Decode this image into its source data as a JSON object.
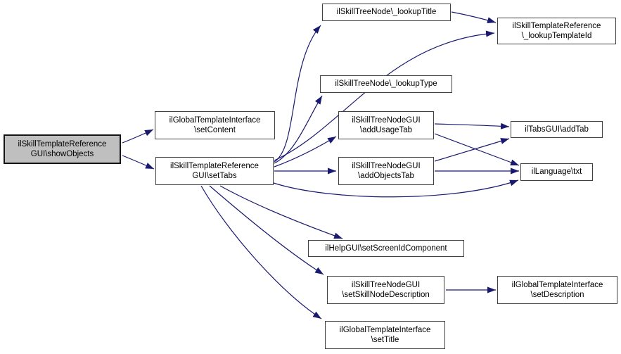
{
  "diagram": {
    "kind": "doxygen-call-graph",
    "background_color": "#ffffff",
    "edge_color": "#191970",
    "node_fill": "#ffffff",
    "node_border_color": "#404040",
    "highlighted_node_fill": "#bfbfbf",
    "text_color": "#000000"
  },
  "nodes": [
    {
      "id": "showObjects",
      "lines": [
        "ilSkillTemplateReference",
        "GUI\\showObjects"
      ],
      "highlighted": true
    },
    {
      "id": "setContent",
      "lines": [
        "ilGlobalTemplateInterface",
        "\\setContent"
      ]
    },
    {
      "id": "setTabs",
      "lines": [
        "ilSkillTemplateReference",
        "GUI\\setTabs"
      ]
    },
    {
      "id": "lookupTitle",
      "lines": [
        "ilSkillTreeNode\\_lookupTitle"
      ]
    },
    {
      "id": "lookupTemplateId",
      "lines": [
        "ilSkillTemplateReference",
        "\\_lookupTemplateId"
      ]
    },
    {
      "id": "lookupType",
      "lines": [
        "ilSkillTreeNode\\_lookupType"
      ]
    },
    {
      "id": "addUsageTab",
      "lines": [
        "ilSkillTreeNodeGUI",
        "\\addUsageTab"
      ]
    },
    {
      "id": "addTab",
      "lines": [
        "ilTabsGUI\\addTab"
      ]
    },
    {
      "id": "addObjectsTab",
      "lines": [
        "ilSkillTreeNodeGUI",
        "\\addObjectsTab"
      ]
    },
    {
      "id": "txt",
      "lines": [
        "ilLanguage\\txt"
      ]
    },
    {
      "id": "setScreenIdComponent",
      "lines": [
        "ilHelpGUI\\setScreenIdComponent"
      ]
    },
    {
      "id": "setSkillNodeDescription",
      "lines": [
        "ilSkillTreeNodeGUI",
        "\\setSkillNodeDescription"
      ]
    },
    {
      "id": "setDescription",
      "lines": [
        "ilGlobalTemplateInterface",
        "\\setDescription"
      ]
    },
    {
      "id": "setTitle",
      "lines": [
        "ilGlobalTemplateInterface",
        "\\setTitle"
      ]
    }
  ],
  "edges": [
    {
      "from": "showObjects",
      "to": "setContent"
    },
    {
      "from": "showObjects",
      "to": "setTabs"
    },
    {
      "from": "setTabs",
      "to": "lookupTitle"
    },
    {
      "from": "setTabs",
      "to": "lookupTemplateId"
    },
    {
      "from": "setTabs",
      "to": "lookupType"
    },
    {
      "from": "setTabs",
      "to": "addUsageTab"
    },
    {
      "from": "setTabs",
      "to": "addObjectsTab"
    },
    {
      "from": "setTabs",
      "to": "txt"
    },
    {
      "from": "setTabs",
      "to": "setScreenIdComponent"
    },
    {
      "from": "setTabs",
      "to": "setSkillNodeDescription"
    },
    {
      "from": "setTabs",
      "to": "setTitle"
    },
    {
      "from": "lookupTitle",
      "to": "lookupTemplateId"
    },
    {
      "from": "addUsageTab",
      "to": "addTab"
    },
    {
      "from": "addUsageTab",
      "to": "txt"
    },
    {
      "from": "addObjectsTab",
      "to": "addTab"
    },
    {
      "from": "addObjectsTab",
      "to": "txt"
    },
    {
      "from": "setSkillNodeDescription",
      "to": "setDescription"
    }
  ]
}
